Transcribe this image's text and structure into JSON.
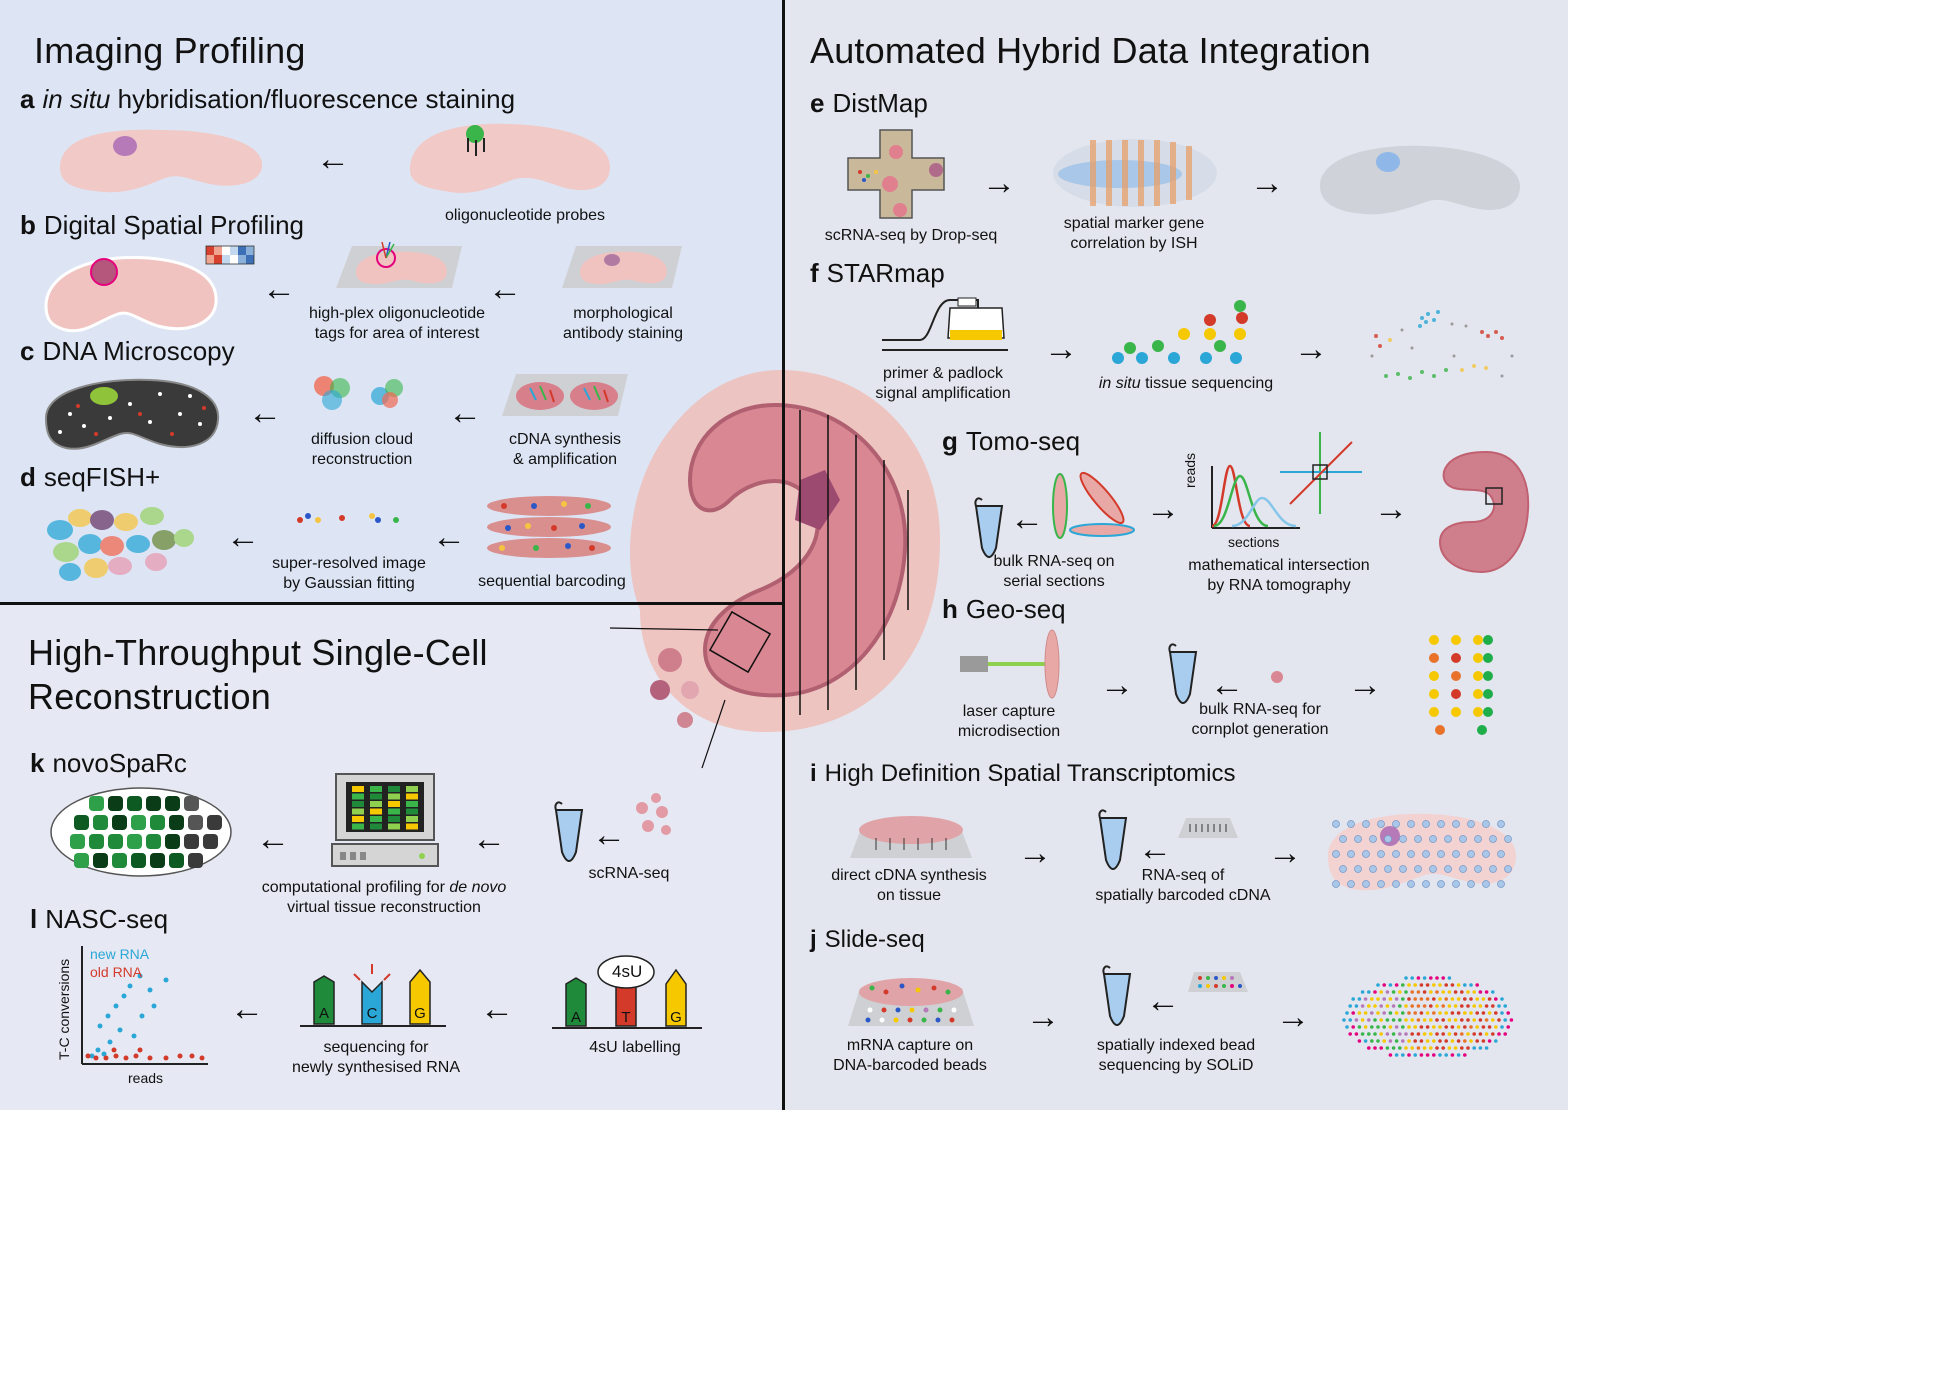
{
  "imaging": {
    "title": "Imaging Profiling",
    "a": {
      "letter": "a",
      "title_italic": "in situ",
      "title_rest": " hybridisation/fluorescence staining",
      "cap1": "oligonucleotide probes"
    },
    "b": {
      "letter": "b",
      "title": "Digital Spatial Profiling",
      "cap1_l1": "high-plex oligonucleotide",
      "cap1_l2": "tags for area of interest",
      "cap2_l1": "morphological",
      "cap2_l2": "antibody staining"
    },
    "c": {
      "letter": "c",
      "title": "DNA Microscopy",
      "cap1_l1": "diffusion cloud",
      "cap1_l2": "reconstruction",
      "cap2_l1": "cDNA synthesis",
      "cap2_l2": "& amplification"
    },
    "d": {
      "letter": "d",
      "title": "seqFISH+",
      "cap1_l1": "super-resolved image",
      "cap1_l2": "by Gaussian fitting",
      "cap2": "sequential barcoding"
    }
  },
  "hybrid": {
    "title": "Automated Hybrid Data Integration",
    "e": {
      "letter": "e",
      "title": "DistMap",
      "cap1": "scRNA-seq by Drop-seq",
      "cap2_l1": "spatial marker gene",
      "cap2_l2": "correlation by ISH"
    },
    "f": {
      "letter": "f",
      "title": "STARmap",
      "cap1_l1": "primer & padlock",
      "cap1_l2": "signal amplification",
      "cap2_italic": "in situ",
      "cap2_rest": " tissue sequencing"
    },
    "g": {
      "letter": "g",
      "title": "Tomo-seq",
      "cap1_l1": "bulk RNA-seq on",
      "cap1_l2": "serial sections",
      "ylabel": "reads",
      "xlabel": "sections",
      "cap2_l1": "mathematical intersection",
      "cap2_l2": "by RNA tomography"
    },
    "h": {
      "letter": "h",
      "title": "Geo-seq",
      "cap1_l1": "laser capture",
      "cap1_l2": "microdisection",
      "cap2_l1": "bulk RNA-seq for",
      "cap2_l2": "cornplot generation"
    },
    "i": {
      "letter": "i",
      "title": "High Definition Spatial Transcriptomics",
      "cap1_l1": "direct cDNA synthesis",
      "cap1_l2": "on tissue",
      "cap2_l1": "RNA-seq of",
      "cap2_l2": "spatially barcoded cDNA"
    },
    "j": {
      "letter": "j",
      "title": "Slide-seq",
      "cap1_l1": "mRNA capture on",
      "cap1_l2": "DNA-barcoded beads",
      "cap2_l1": "spatially indexed bead",
      "cap2_l2": "sequencing by SOLiD"
    }
  },
  "singlecell": {
    "title_l1": "High-Throughput Single-Cell",
    "title_l2": "Reconstruction",
    "k": {
      "letter": "k",
      "title": "novoSpaRc",
      "cap1_l1_a": "computational profiling for ",
      "cap1_l1_italic": "de novo",
      "cap1_l2": "virtual tissue reconstruction",
      "cap2": "scRNA-seq"
    },
    "l": {
      "letter": "l",
      "title": "NASC-seq",
      "legend_new": "new RNA",
      "legend_old": "old RNA",
      "ylabel": "T-C conversions",
      "xlabel": "reads",
      "cap1_l1": "sequencing for",
      "cap1_l2": "newly synthesised RNA",
      "cap2": "4sU labelling",
      "label_4su": "4sU",
      "bases1": [
        "A",
        "C",
        "G"
      ],
      "bases2": [
        "A",
        "T",
        "G"
      ]
    }
  },
  "colors": {
    "tissue": "#e8a9a6",
    "tissue_dark": "#c9707c",
    "new_rna": "#2aa7d6",
    "old_rna": "#d43a2a",
    "green": "#1f8a3a"
  }
}
